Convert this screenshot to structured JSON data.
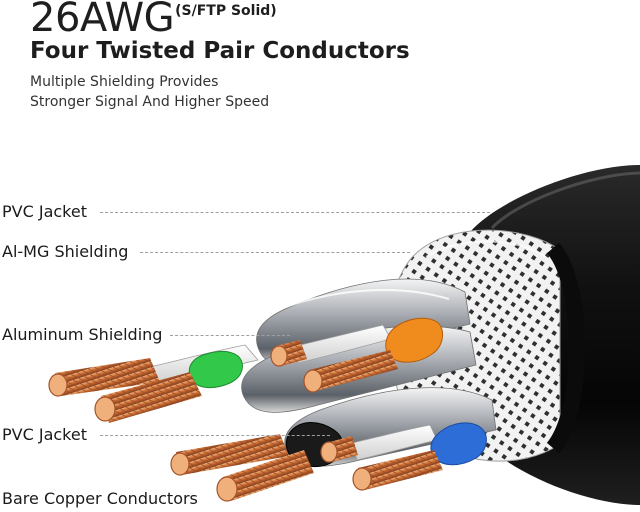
{
  "headline": {
    "main": "26AWG",
    "sub": "(S/FTP Solid)"
  },
  "subtitle": "Four Twisted Pair Conductors",
  "description": [
    "Multiple Shielding Provides",
    "Stronger Signal And Higher Speed"
  ],
  "callouts": [
    {
      "label": "PVC Jacket"
    },
    {
      "label": "Al-MG Shielding"
    },
    {
      "label": "Aluminum Shielding"
    },
    {
      "label": "PVC Jacket"
    },
    {
      "label": "Bare Copper Conductors"
    }
  ],
  "wire_colors": {
    "green": "#32c94a",
    "orange": "#f08b1d",
    "blue": "#2d6dd8",
    "black": "#1a1a1a",
    "jacket": "#111111",
    "copper": "#c9723b"
  }
}
